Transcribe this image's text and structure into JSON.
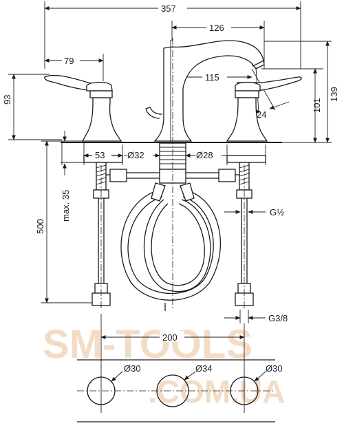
{
  "dimensions": {
    "overall_width": "357",
    "spout_reach": "126",
    "handle_reach": "79",
    "spout_offset": "115",
    "spout_height": "139",
    "outlet_height": "101",
    "angle": "24",
    "handle_height": "93",
    "base_width": "53",
    "diameter_32": "Ø32",
    "diameter_28": "Ø28",
    "hose_length": "500",
    "max_35": "max. 35",
    "thread_half": "G½",
    "thread_3_8": "G3/8",
    "hole_spacing": "200",
    "hole_30_left": "Ø30",
    "hole_34": "Ø34",
    "hole_30_right": "Ø30"
  },
  "watermark": {
    "line1": "SM-TOOLS",
    "line2": ".COM.UA",
    "color": "#f3dcc6"
  },
  "colors": {
    "line": "#1a1a1a",
    "background": "#ffffff"
  }
}
